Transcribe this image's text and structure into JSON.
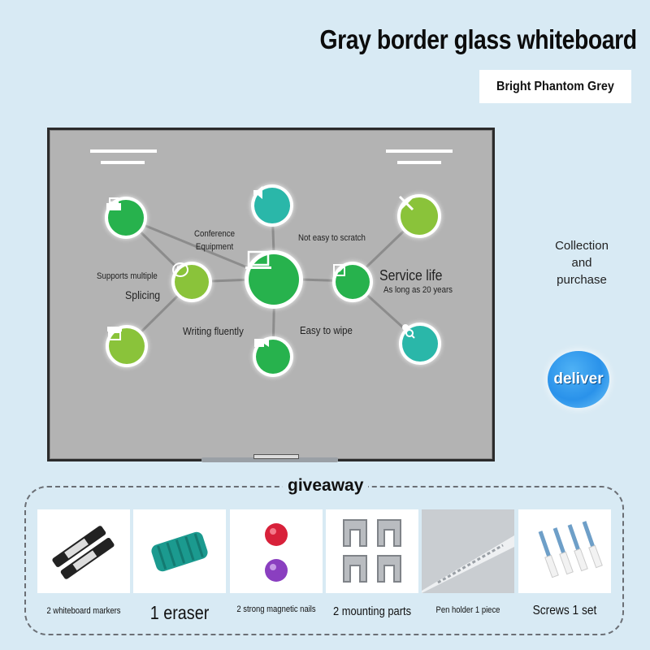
{
  "header": {
    "title": "Gray border glass whiteboard",
    "color_name": "Bright Phantom Grey"
  },
  "features": {
    "center_icon": "laptop-icon",
    "nodes": [
      {
        "name": "conference-equipment",
        "icon": "speaker-icon",
        "label_line1": "Conference",
        "label_line2": "Equipment"
      },
      {
        "name": "not-easy-to-scratch",
        "icon": "tools-icon",
        "label": "Not easy to scratch"
      },
      {
        "name": "service-life",
        "icon": "edit-icon",
        "label": "Service life",
        "sublabel": "As long as 20 years"
      },
      {
        "name": "easy-to-wipe",
        "icon": "video-camera-icon",
        "label": "Easy to wipe"
      },
      {
        "name": "writing-fluently",
        "icon": "palette-icon",
        "label": "Writing fluently"
      },
      {
        "name": "supports-splicing",
        "icon": "palette-icon",
        "label_line1": "Supports multiple",
        "label_line2": "Splicing"
      },
      {
        "name": "top-left",
        "icon": "cash-register-icon"
      },
      {
        "name": "bottom-left",
        "icon": "shop-icon"
      },
      {
        "name": "bottom-right",
        "icon": "user-search-icon"
      }
    ],
    "colors": {
      "green": "#27b24d",
      "lime": "#8ac33a",
      "teal": "#2ab7a9"
    }
  },
  "side": {
    "collection_line1": "Collection",
    "collection_line2": "and",
    "collection_line3": "purchase",
    "deliver_label": "deliver",
    "deliver_color": "#2a92ea"
  },
  "giveaway": {
    "title": "giveaway",
    "items": [
      {
        "label": "2 whiteboard markers",
        "icon": "markers-icon"
      },
      {
        "label": "1 eraser",
        "icon": "eraser-icon"
      },
      {
        "label": "2 strong magnetic nails",
        "icon": "magnet-icon"
      },
      {
        "label": "2 mounting parts",
        "icon": "mount-clip-icon"
      },
      {
        "label": "Pen holder 1 piece",
        "icon": "pen-holder-icon"
      },
      {
        "label": "Screws 1 set",
        "icon": "screw-icon"
      }
    ]
  }
}
